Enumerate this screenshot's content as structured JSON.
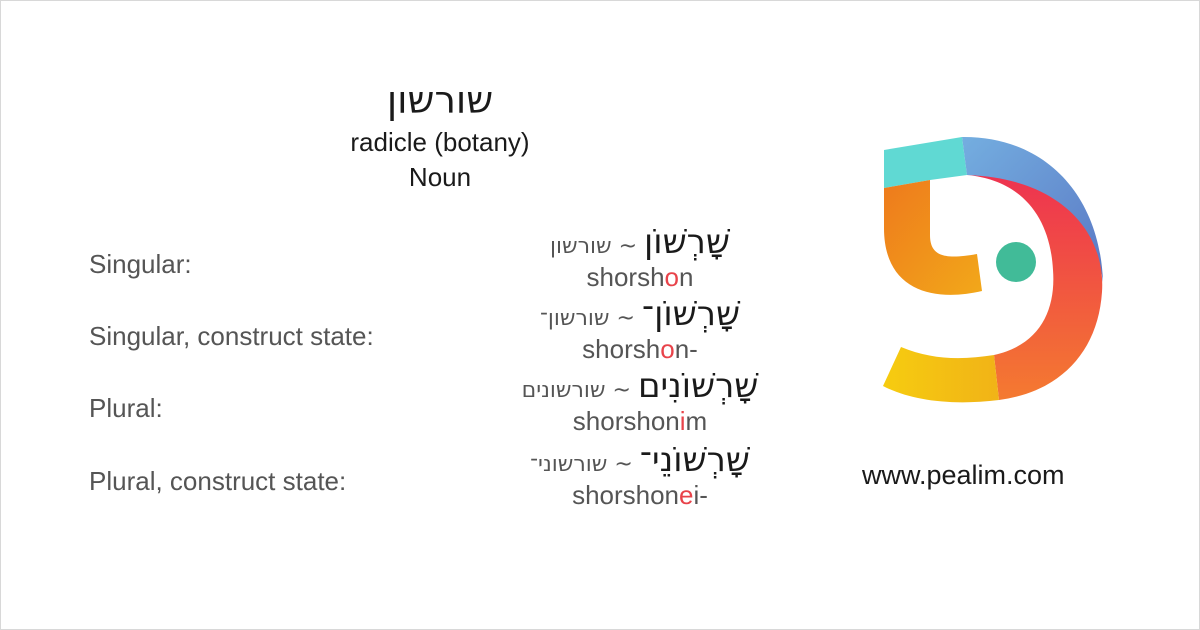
{
  "header": {
    "lemma": "שורשון",
    "meaning": "radicle (botany)",
    "part_of_speech": "Noun"
  },
  "forms": [
    {
      "label": "Singular:",
      "pointed": "שָׁרְשׁוֹן",
      "unpointed": "שורשון",
      "sep": " ~ ",
      "translit_pre": "shorsh",
      "translit_stress": "o",
      "translit_post": "n"
    },
    {
      "label": "Singular, construct state:",
      "pointed": "שָׁרְשׁוֹן־",
      "unpointed": "שורשון־",
      "sep": " ~ ",
      "translit_pre": "shorsh",
      "translit_stress": "o",
      "translit_post": "n-"
    },
    {
      "label": "Plural:",
      "pointed": "שָׁרְשׁוֹנִים",
      "unpointed": "שורשונים",
      "sep": " ~ ",
      "translit_pre": "shorshon",
      "translit_stress": "i",
      "translit_post": "m"
    },
    {
      "label": "Plural, construct state:",
      "pointed": "שָׁרְשׁוֹנֵי־",
      "unpointed": "שורשוני־",
      "sep": " ~ ",
      "translit_pre": "shorshon",
      "translit_stress": "e",
      "translit_post": "i-"
    }
  ],
  "site": "www.pealim.com",
  "colors": {
    "stress": "#e8434a",
    "logo_teal": "#5fd8d4",
    "logo_blue": "#6a94d6",
    "logo_red": "#ee3d4b",
    "logo_orange": "#f08a1c",
    "logo_yellow": "#f5c714",
    "logo_dot": "#41bb98"
  }
}
